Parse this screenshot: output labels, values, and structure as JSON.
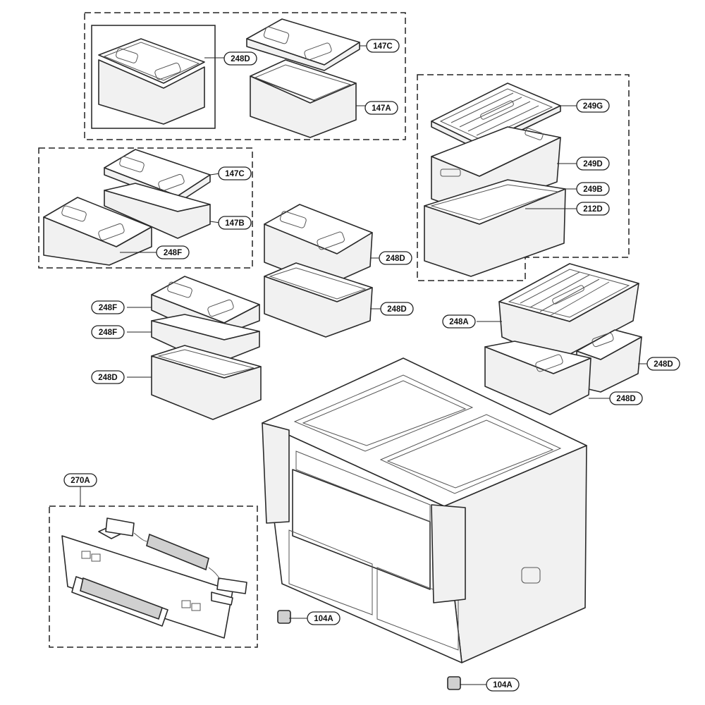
{
  "callouts": {
    "c248d_1": "248D",
    "c147c_1": "147C",
    "c147a": "147A",
    "c249g": "249G",
    "c249d": "249D",
    "c249b": "249B",
    "c212d": "212D",
    "c147c_2": "147C",
    "c147b": "147B",
    "c248f_1": "248F",
    "c248d_2": "248D",
    "c248d_3": "248D",
    "c248f_2": "248F",
    "c248f_3": "248F",
    "c248d_4": "248D",
    "c248a": "248A",
    "c248d_5": "248D",
    "c248d_6": "248D",
    "c270a": "270A",
    "c104a_1": "104A",
    "c104a_2": "104A"
  }
}
